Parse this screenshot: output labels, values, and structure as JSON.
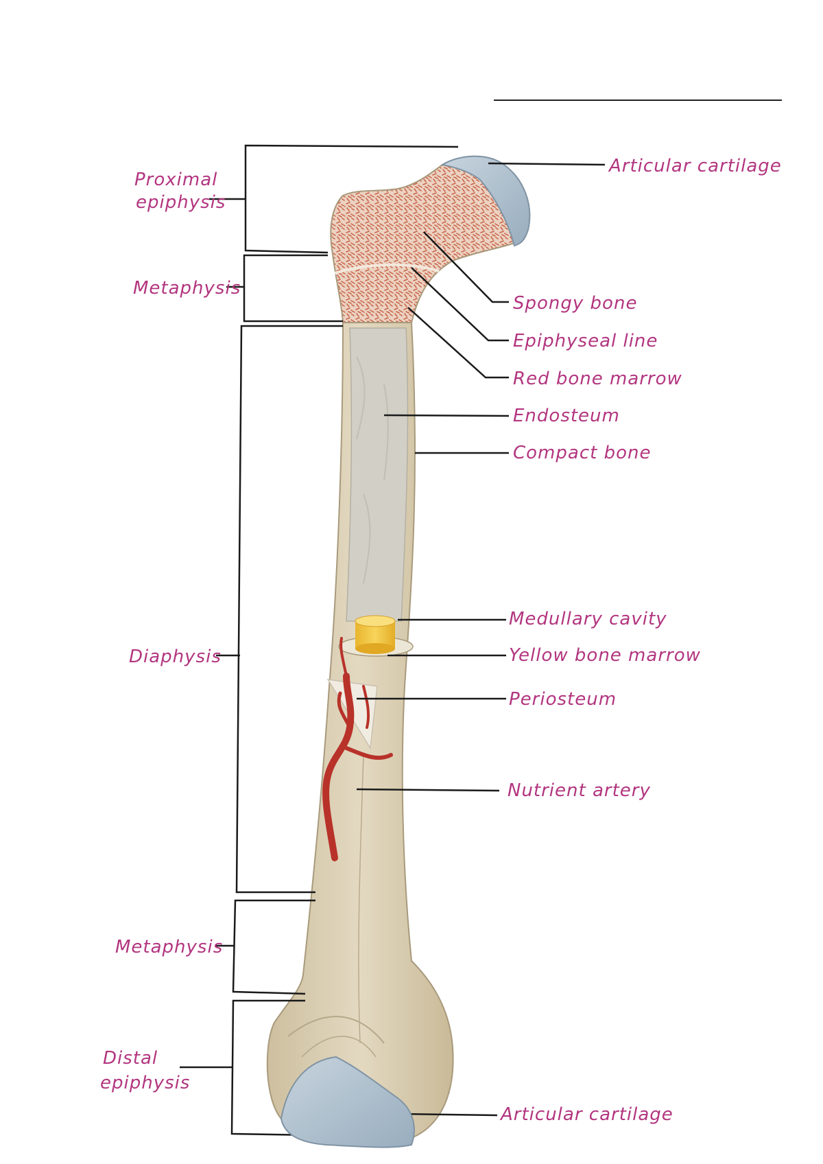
{
  "diagram": {
    "regions": {
      "proximal_epiphysis": [
        "Proximal",
        "epiphysis"
      ],
      "metaphysis_top": "Metaphysis",
      "diaphysis": "Diaphysis",
      "metaphysis_bottom": "Metaphysis",
      "distal_epiphysis": [
        "Distal",
        "epiphysis"
      ]
    },
    "labels": {
      "articular_cartilage_top": "Articular cartilage",
      "spongy_bone": "Spongy bone",
      "epiphyseal_line": "Epiphyseal line",
      "red_bone_marrow": "Red bone marrow",
      "endosteum": "Endosteum",
      "compact_bone": "Compact bone",
      "medullary_cavity": "Medullary cavity",
      "yellow_bone_marrow": "Yellow bone marrow",
      "periosteum": "Periosteum",
      "nutrient_artery": "Nutrient artery",
      "articular_cartilage_bottom": "Articular cartilage"
    },
    "colors": {
      "handwriting": "#b2357f",
      "bone": "#d9ceb4",
      "spongy_bone": "#c8664a",
      "cartilage": "#a9bccb",
      "medullary": "#cfcdc4",
      "yellow_marrow": "#f2c53d",
      "artery": "#b8322a"
    }
  }
}
